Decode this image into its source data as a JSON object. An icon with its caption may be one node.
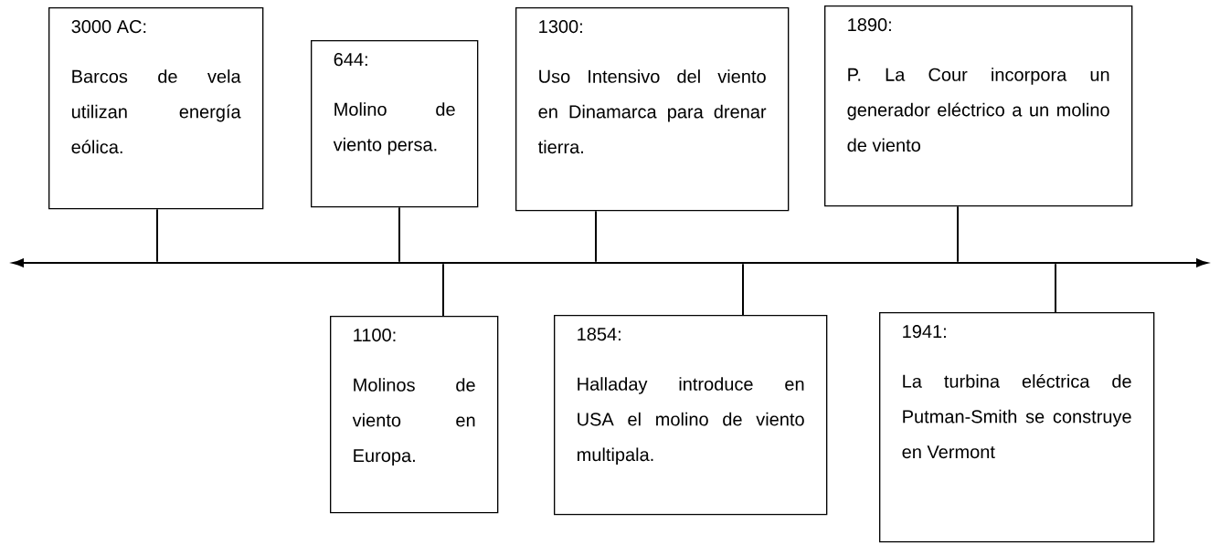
{
  "diagram": {
    "nodes": [
      {
        "text": [],
        "shape": "line"
      },
      {
        "text": [
          "3000 AC:",
          "Barcos de vela utilizan energía eólica."
        ]
      },
      {
        "text": [
          "644:",
          "Molino de viento persa."
        ]
      },
      {
        "text": [
          "1100:",
          "Molinos de viento en Europa."
        ]
      },
      {
        "text": [
          "1300:",
          "Uso Intensivo del viento en Dinamarca para drenar tierra."
        ]
      },
      {
        "text": [
          "1854:",
          "Halladay introduce en USA el molino de viento multipala."
        ]
      },
      {
        "text": [
          "1890:",
          "P. La Cour incorpora un generador eléctrico a un molino de viento"
        ]
      },
      {
        "text": [
          "1941:",
          "La turbina eléctrica de Putman-Smith se construye en Vermont"
        ]
      }
    ],
    "edges": [
      {
        "from": 1,
        "to": 0,
        "arrow": "none"
      },
      {
        "from": 2,
        "to": 0,
        "arrow": "none"
      },
      {
        "from": 3,
        "to": 0,
        "arrow": "none"
      },
      {
        "from": 4,
        "to": 0,
        "arrow": "none"
      },
      {
        "from": 5,
        "to": 0,
        "arrow": "none"
      },
      {
        "from": 6,
        "to": 0,
        "arrow": "none"
      },
      {
        "from": 7,
        "to": 0,
        "arrow": "none"
      }
    ]
  }
}
